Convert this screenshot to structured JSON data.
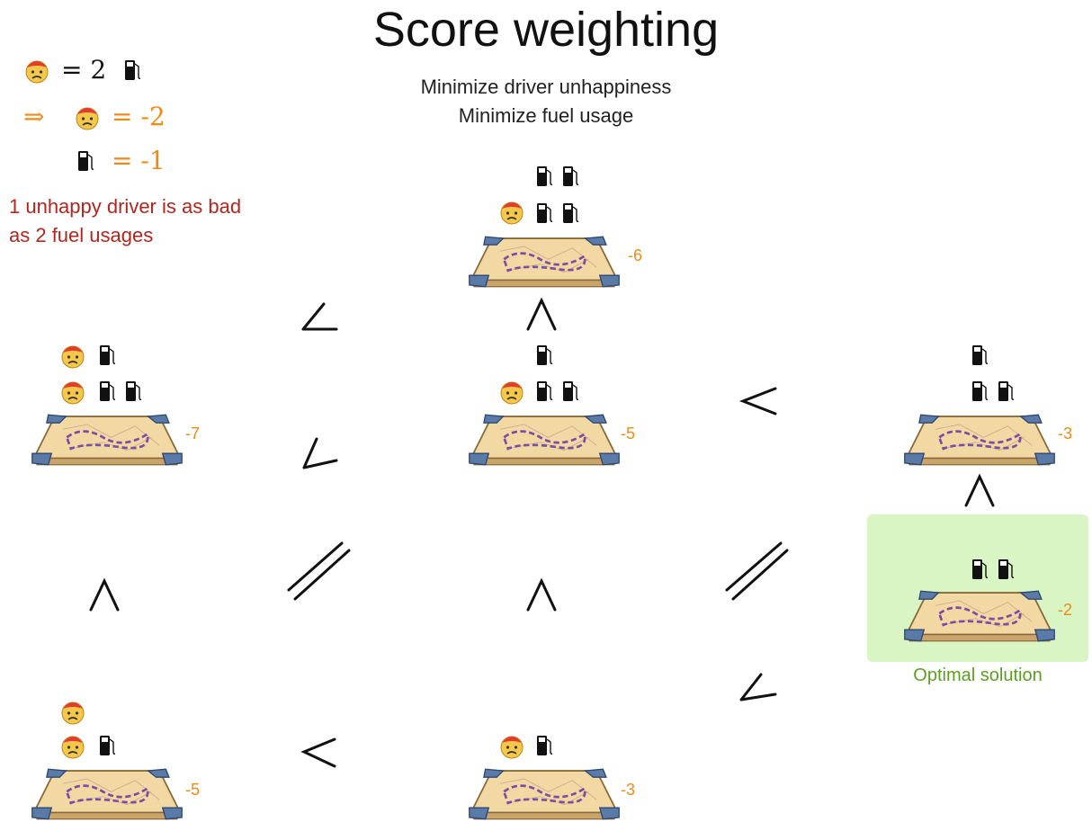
{
  "title": "Score weighting",
  "subtitle_lines": [
    "Minimize driver unhappiness",
    "Minimize fuel usage"
  ],
  "legend": {
    "equation": "= 2",
    "arrow": "⇒",
    "driver_weight": "= -2",
    "fuel_weight": "= -1"
  },
  "note_lines": [
    "1 unhappy driver is as bad",
    "as 2 fuel usages"
  ],
  "solutions": [
    {
      "id": "top",
      "score": "-6",
      "unhappy_drivers": 1,
      "fuel_units": 4
    },
    {
      "id": "left-upper",
      "score": "-7",
      "unhappy_drivers": 2,
      "fuel_units": 3
    },
    {
      "id": "center",
      "score": "-5",
      "unhappy_drivers": 1,
      "fuel_units": 3
    },
    {
      "id": "right-upper",
      "score": "-3",
      "unhappy_drivers": 0,
      "fuel_units": 3
    },
    {
      "id": "optimal",
      "score": "-2",
      "unhappy_drivers": 0,
      "fuel_units": 2
    },
    {
      "id": "left-lower",
      "score": "-5",
      "unhappy_drivers": 2,
      "fuel_units": 1
    },
    {
      "id": "center-lower",
      "score": "-3",
      "unhappy_drivers": 1,
      "fuel_units": 1
    }
  ],
  "optimal_label": "Optimal solution",
  "colors": {
    "score": "#f08a17",
    "note": "#b3261e",
    "optimal_bg": "#d9f5c4",
    "optimal_text": "#5a9f1f"
  },
  "icons": [
    "unhappy-driver-icon",
    "fuel-pump-icon",
    "map-board-icon"
  ]
}
